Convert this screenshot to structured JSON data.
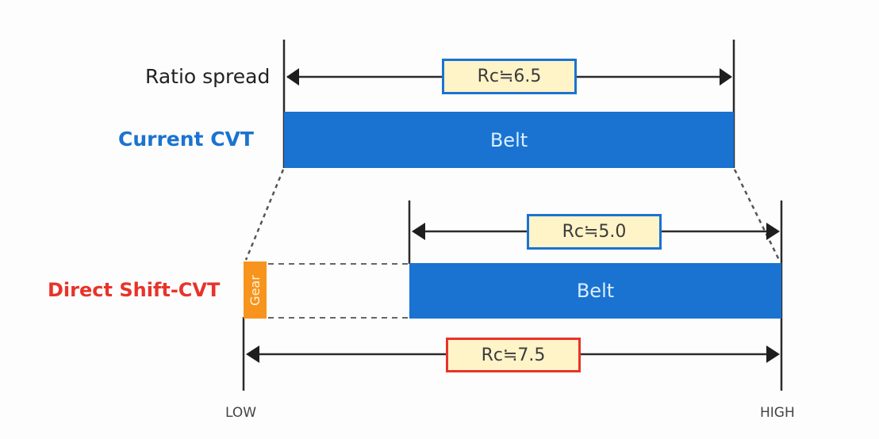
{
  "diagram": {
    "ratio_spread_label": "Ratio spread",
    "rows": {
      "current": {
        "label": "Current CVT",
        "color": "#1a73d1",
        "belt_label": "Belt",
        "rc_label": "Rc≒6.5",
        "rc_border": "#1a73d1"
      },
      "direct": {
        "label": "Direct Shift-CVT",
        "color": "#e8332a",
        "belt_label": "Belt",
        "gear_label": "Gear",
        "rc_label": "Rc≒5.0",
        "rc_border": "#1a73d1"
      }
    },
    "total": {
      "rc_label": "Rc≒7.5",
      "rc_border": "#e8332a"
    },
    "axis": {
      "low": "LOW",
      "high": "HIGH"
    },
    "colors": {
      "belt": "#1a73d1",
      "gear": "#f7941d",
      "rc_fill": "#fff3c8",
      "line": "#2b2b2b"
    }
  }
}
